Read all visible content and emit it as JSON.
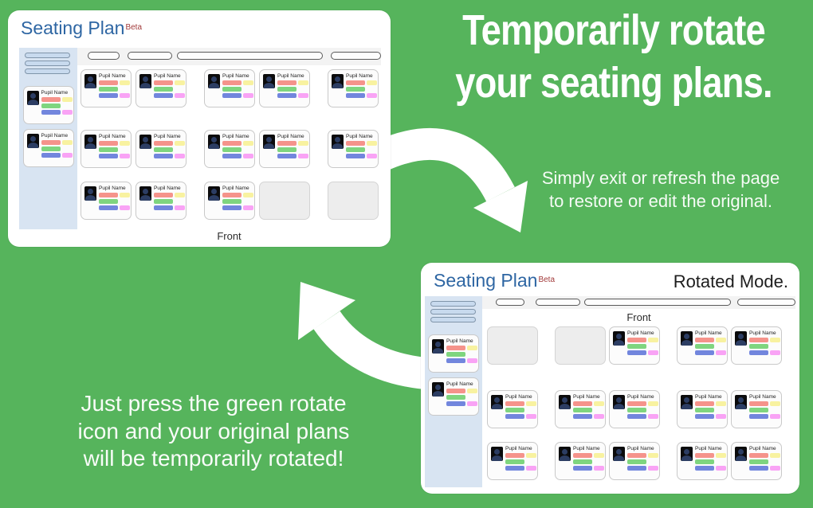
{
  "colors": {
    "background": "#56b45c",
    "title_blue": "#2e66a3",
    "beta_red": "#a23b3b"
  },
  "headline": {
    "line1": "Temporarily rotate",
    "line2": "your seating plans."
  },
  "caption_top": {
    "line1": "Simply exit or refresh the page",
    "line2": "to restore or edit the original."
  },
  "caption_bottom": {
    "line1": "Just press the green rotate",
    "line2": "icon and your original plans",
    "line3": "will be temporarily rotated!"
  },
  "pupil_card": {
    "name": "Pupil Name",
    "tag_colors": {
      "salmon": "#f5938b",
      "yellow": "#f8f2a0",
      "green": "#7fd57f",
      "blue": "#7286dd",
      "magenta": "#f9a3f5"
    }
  },
  "original_panel": {
    "title": "Seating Plan",
    "beta": "Beta",
    "front_label": "Front",
    "sidebar_rows": 3,
    "sidebar_pupils": 2,
    "toolbar_buttons": 4,
    "grid": [
      [
        [
          "pupil",
          "pupil"
        ],
        [
          "pupil",
          "pupil"
        ],
        [
          "pupil"
        ]
      ],
      [
        [
          "pupil",
          "pupil"
        ],
        [
          "pupil",
          "pupil"
        ],
        [
          "pupil"
        ]
      ],
      [
        [
          "pupil",
          "pupil"
        ],
        [
          "pupil",
          "empty"
        ],
        [
          "empty"
        ]
      ]
    ]
  },
  "rotated_panel": {
    "title": "Seating Plan",
    "beta": "Beta",
    "mode_label": "Rotated Mode.",
    "front_label": "Front",
    "sidebar_rows": 3,
    "sidebar_pupils": 2,
    "toolbar_buttons": 4,
    "grid": [
      [
        [
          "empty"
        ],
        [
          "empty",
          "pupil"
        ],
        [
          "pupil",
          "pupil"
        ]
      ],
      [
        [
          "pupil"
        ],
        [
          "pupil",
          "pupil"
        ],
        [
          "pupil",
          "pupil"
        ]
      ],
      [
        [
          "pupil"
        ],
        [
          "pupil",
          "pupil"
        ],
        [
          "pupil",
          "pupil"
        ]
      ]
    ]
  }
}
